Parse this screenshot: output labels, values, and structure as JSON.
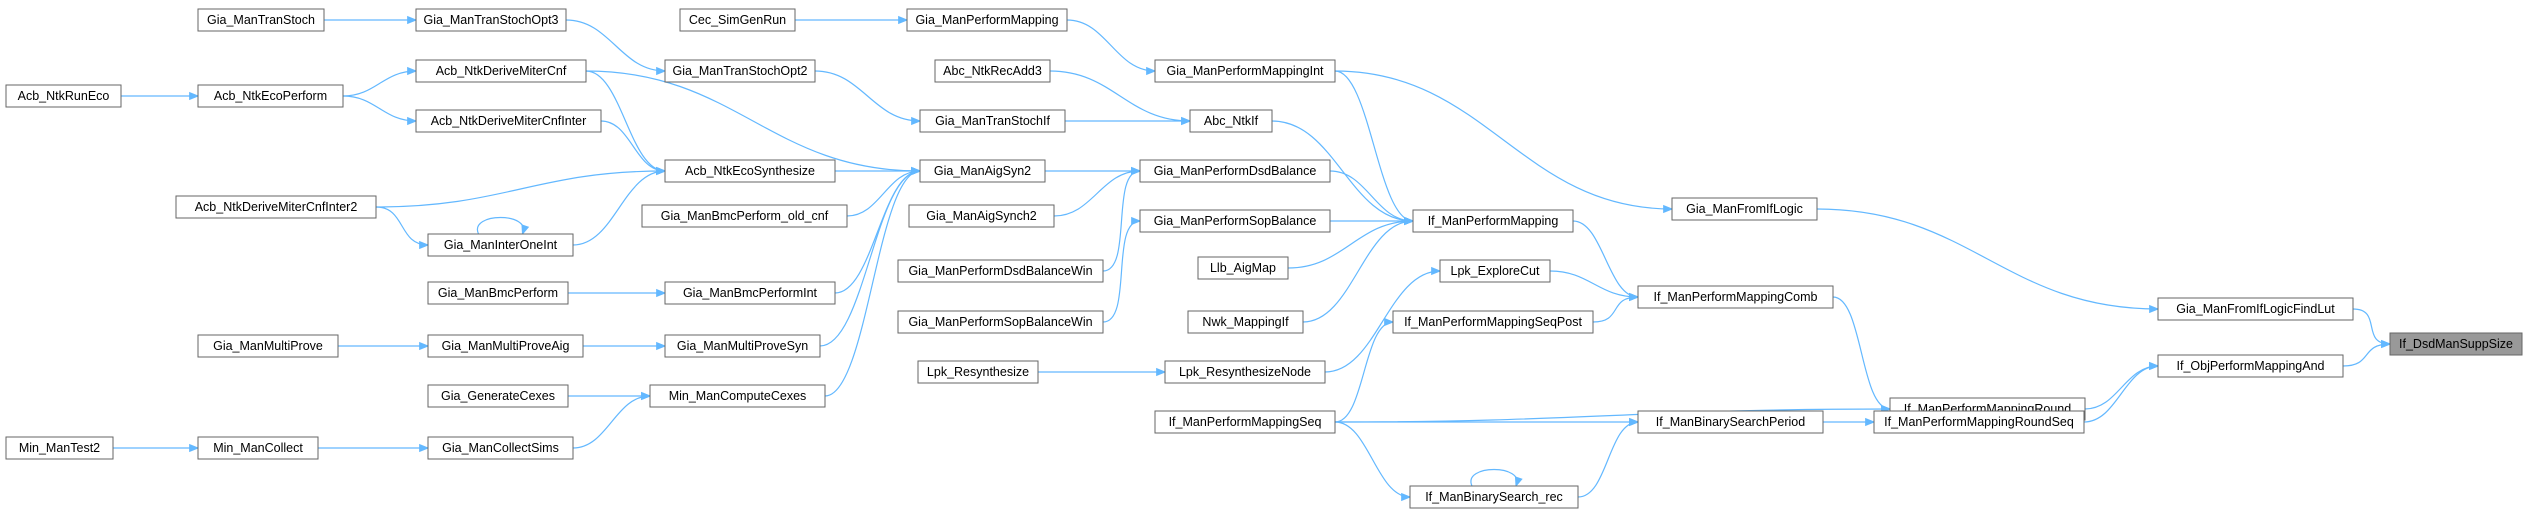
{
  "graph": {
    "root": "If_DsdManSuppSize",
    "nodes": [
      {
        "id": "Gia_ManTranStoch",
        "label": "Gia_ManTranStoch"
      },
      {
        "id": "Gia_ManTranStochOpt3",
        "label": "Gia_ManTranStochOpt3"
      },
      {
        "id": "Cec_SimGenRun",
        "label": "Cec_SimGenRun"
      },
      {
        "id": "Gia_ManPerformMapping",
        "label": "Gia_ManPerformMapping"
      },
      {
        "id": "Acb_NtkDeriveMiterCnf",
        "label": "Acb_NtkDeriveMiterCnf"
      },
      {
        "id": "Gia_ManTranStochOpt2",
        "label": "Gia_ManTranStochOpt2"
      },
      {
        "id": "Abc_NtkRecAdd3",
        "label": "Abc_NtkRecAdd3"
      },
      {
        "id": "Gia_ManPerformMappingInt",
        "label": "Gia_ManPerformMappingInt"
      },
      {
        "id": "Acb_NtkRunEco",
        "label": "Acb_NtkRunEco"
      },
      {
        "id": "Acb_NtkEcoPerform",
        "label": "Acb_NtkEcoPerform"
      },
      {
        "id": "Acb_NtkDeriveMiterCnfInter",
        "label": "Acb_NtkDeriveMiterCnfInter"
      },
      {
        "id": "Gia_ManTranStochIf",
        "label": "Gia_ManTranStochIf"
      },
      {
        "id": "Abc_NtkIf",
        "label": "Abc_NtkIf"
      },
      {
        "id": "Acb_NtkEcoSynthesize",
        "label": "Acb_NtkEcoSynthesize"
      },
      {
        "id": "Gia_ManAigSyn2",
        "label": "Gia_ManAigSyn2"
      },
      {
        "id": "Gia_ManPerformDsdBalance",
        "label": "Gia_ManPerformDsdBalance"
      },
      {
        "id": "Acb_NtkDeriveMiterCnfInter2",
        "label": "Acb_NtkDeriveMiterCnfInter2"
      },
      {
        "id": "Gia_ManBmcPerform_old_cnf",
        "label": "Gia_ManBmcPerform_old_cnf"
      },
      {
        "id": "Gia_ManAigSynch2",
        "label": "Gia_ManAigSynch2"
      },
      {
        "id": "Gia_ManPerformSopBalance",
        "label": "Gia_ManPerformSopBalance"
      },
      {
        "id": "If_ManPerformMapping",
        "label": "If_ManPerformMapping"
      },
      {
        "id": "Gia_ManFromIfLogic",
        "label": "Gia_ManFromIfLogic"
      },
      {
        "id": "Gia_ManInterOneInt",
        "label": "Gia_ManInterOneInt"
      },
      {
        "id": "Llb_AigMap",
        "label": "Llb_AigMap"
      },
      {
        "id": "Gia_ManPerformDsdBalanceWin",
        "label": "Gia_ManPerformDsdBalanceWin"
      },
      {
        "id": "Lpk_ExploreCut",
        "label": "Lpk_ExploreCut"
      },
      {
        "id": "Gia_ManBmcPerform",
        "label": "Gia_ManBmcPerform"
      },
      {
        "id": "Gia_ManBmcPerformInt",
        "label": "Gia_ManBmcPerformInt"
      },
      {
        "id": "If_ManPerformMappingComb",
        "label": "If_ManPerformMappingComb"
      },
      {
        "id": "Gia_ManFromIfLogicFindLut",
        "label": "Gia_ManFromIfLogicFindLut"
      },
      {
        "id": "If_DsdManSuppSize",
        "label": "If_DsdManSuppSize"
      },
      {
        "id": "Gia_ManMultiProve",
        "label": "Gia_ManMultiProve"
      },
      {
        "id": "Gia_ManMultiProveAig",
        "label": "Gia_ManMultiProveAig"
      },
      {
        "id": "Gia_ManMultiProveSyn",
        "label": "Gia_ManMultiProveSyn"
      },
      {
        "id": "Gia_ManPerformSopBalanceWin",
        "label": "Gia_ManPerformSopBalanceWin"
      },
      {
        "id": "Nwk_MappingIf",
        "label": "Nwk_MappingIf"
      },
      {
        "id": "If_ManPerformMappingSeqPost",
        "label": "If_ManPerformMappingSeqPost"
      },
      {
        "id": "Gia_GenerateCexes",
        "label": "Gia_GenerateCexes"
      },
      {
        "id": "Min_ManComputeCexes",
        "label": "Min_ManComputeCexes"
      },
      {
        "id": "Lpk_Resynthesize",
        "label": "Lpk_Resynthesize"
      },
      {
        "id": "Lpk_ResynthesizeNode",
        "label": "Lpk_ResynthesizeNode"
      },
      {
        "id": "If_ManPerformMappingRound",
        "label": "If_ManPerformMappingRound"
      },
      {
        "id": "If_ObjPerformMappingAnd",
        "label": "If_ObjPerformMappingAnd"
      },
      {
        "id": "Min_ManTest2",
        "label": "Min_ManTest2"
      },
      {
        "id": "Min_ManCollect",
        "label": "Min_ManCollect"
      },
      {
        "id": "Gia_ManCollectSims",
        "label": "Gia_ManCollectSims"
      },
      {
        "id": "If_ManPerformMappingSeq",
        "label": "If_ManPerformMappingSeq"
      },
      {
        "id": "If_ManBinarySearchPeriod",
        "label": "If_ManBinarySearchPeriod"
      },
      {
        "id": "If_ManPerformMappingRoundSeq",
        "label": "If_ManPerformMappingRoundSeq"
      },
      {
        "id": "If_ManBinarySearch_rec",
        "label": "If_ManBinarySearch_rec"
      }
    ],
    "edges": [
      [
        "Gia_ManTranStoch",
        "Gia_ManTranStochOpt3"
      ],
      [
        "Gia_ManTranStochOpt3",
        "Gia_ManTranStochOpt2"
      ],
      [
        "Cec_SimGenRun",
        "Gia_ManPerformMapping"
      ],
      [
        "Gia_ManPerformMapping",
        "Gia_ManPerformMappingInt"
      ],
      [
        "Gia_ManTranStochOpt2",
        "Gia_ManTranStochIf"
      ],
      [
        "Abc_NtkRecAdd3",
        "Abc_NtkIf"
      ],
      [
        "Gia_ManTranStochIf",
        "Abc_NtkIf"
      ],
      [
        "Acb_NtkRunEco",
        "Acb_NtkEcoPerform"
      ],
      [
        "Acb_NtkEcoPerform",
        "Acb_NtkDeriveMiterCnf"
      ],
      [
        "Acb_NtkEcoPerform",
        "Acb_NtkDeriveMiterCnfInter"
      ],
      [
        "Acb_NtkDeriveMiterCnf",
        "Acb_NtkEcoSynthesize"
      ],
      [
        "Acb_NtkDeriveMiterCnf",
        "Gia_ManAigSyn2"
      ],
      [
        "Acb_NtkDeriveMiterCnfInter",
        "Acb_NtkEcoSynthesize"
      ],
      [
        "Acb_NtkDeriveMiterCnfInter2",
        "Acb_NtkEcoSynthesize"
      ],
      [
        "Acb_NtkDeriveMiterCnfInter2",
        "Gia_ManInterOneInt"
      ],
      [
        "Gia_ManInterOneInt",
        "Gia_ManInterOneInt"
      ],
      [
        "Gia_ManInterOneInt",
        "Acb_NtkEcoSynthesize"
      ],
      [
        "Acb_NtkEcoSynthesize",
        "Gia_ManAigSyn2"
      ],
      [
        "Gia_ManBmcPerform_old_cnf",
        "Gia_ManAigSyn2"
      ],
      [
        "Gia_ManBmcPerform",
        "Gia_ManBmcPerformInt"
      ],
      [
        "Gia_ManBmcPerformInt",
        "Gia_ManAigSyn2"
      ],
      [
        "Gia_ManMultiProve",
        "Gia_ManMultiProveAig"
      ],
      [
        "Gia_ManMultiProveAig",
        "Gia_ManMultiProveSyn"
      ],
      [
        "Gia_ManMultiProveSyn",
        "Gia_ManAigSyn2"
      ],
      [
        "Gia_GenerateCexes",
        "Min_ManComputeCexes"
      ],
      [
        "Min_ManTest2",
        "Min_ManCollect"
      ],
      [
        "Min_ManCollect",
        "Gia_ManCollectSims"
      ],
      [
        "Gia_ManCollectSims",
        "Min_ManComputeCexes"
      ],
      [
        "Min_ManComputeCexes",
        "Gia_ManAigSyn2"
      ],
      [
        "Gia_ManAigSyn2",
        "Gia_ManPerformDsdBalance"
      ],
      [
        "Gia_ManAigSynch2",
        "Gia_ManPerformDsdBalance"
      ],
      [
        "Gia_ManPerformDsdBalanceWin",
        "Gia_ManPerformDsdBalance"
      ],
      [
        "Gia_ManPerformSopBalanceWin",
        "Gia_ManPerformSopBalance"
      ],
      [
        "Gia_ManPerformMappingInt",
        "If_ManPerformMapping"
      ],
      [
        "Gia_ManPerformMappingInt",
        "Gia_ManFromIfLogic"
      ],
      [
        "Abc_NtkIf",
        "If_ManPerformMapping"
      ],
      [
        "Gia_ManPerformDsdBalance",
        "If_ManPerformMapping"
      ],
      [
        "Gia_ManPerformSopBalance",
        "If_ManPerformMapping"
      ],
      [
        "Llb_AigMap",
        "If_ManPerformMapping"
      ],
      [
        "Nwk_MappingIf",
        "If_ManPerformMapping"
      ],
      [
        "If_ManPerformMapping",
        "If_ManPerformMappingComb"
      ],
      [
        "Lpk_ExploreCut",
        "If_ManPerformMappingComb"
      ],
      [
        "If_ManPerformMappingSeqPost",
        "If_ManPerformMappingComb"
      ],
      [
        "Lpk_Resynthesize",
        "Lpk_ResynthesizeNode"
      ],
      [
        "Lpk_ResynthesizeNode",
        "Lpk_ExploreCut"
      ],
      [
        "If_ManPerformMappingSeq",
        "If_ManPerformMappingSeqPost"
      ],
      [
        "If_ManPerformMappingSeq",
        "If_ManPerformMappingRound"
      ],
      [
        "If_ManPerformMappingSeq",
        "If_ManBinarySearchPeriod"
      ],
      [
        "If_ManPerformMappingSeq",
        "If_ManBinarySearch_rec"
      ],
      [
        "If_ManBinarySearch_rec",
        "If_ManBinarySearch_rec"
      ],
      [
        "If_ManBinarySearch_rec",
        "If_ManBinarySearchPeriod"
      ],
      [
        "If_ManPerformMappingComb",
        "If_ManPerformMappingRound"
      ],
      [
        "If_ManBinarySearchPeriod",
        "If_ManPerformMappingRoundSeq"
      ],
      [
        "If_ManPerformMappingRound",
        "If_ObjPerformMappingAnd"
      ],
      [
        "If_ManPerformMappingRoundSeq",
        "If_ObjPerformMappingAnd"
      ],
      [
        "Gia_ManFromIfLogic",
        "Gia_ManFromIfLogicFindLut"
      ],
      [
        "Gia_ManFromIfLogicFindLut",
        "If_DsdManSuppSize"
      ],
      [
        "If_ObjPerformMappingAnd",
        "If_DsdManSuppSize"
      ]
    ]
  }
}
